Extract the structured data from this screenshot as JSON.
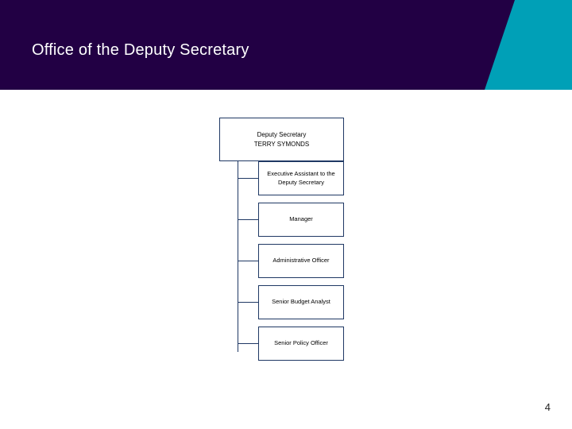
{
  "header": {
    "title": "Office of the Deputy Secretary",
    "band_color": "#220044",
    "accent_color": "#00A0B7"
  },
  "org_chart": {
    "root": {
      "title": "Deputy Secretary",
      "name": "TERRY SYMONDS"
    },
    "children": [
      {
        "label": "Executive Assistant to the Deputy Secretary"
      },
      {
        "label": "Manager"
      },
      {
        "label": "Administrative Officer"
      },
      {
        "label": "Senior Budget Analyst"
      },
      {
        "label": "Senior Policy Officer"
      }
    ],
    "box_border_color": "#1F3864"
  },
  "footer": {
    "page_number": "4"
  }
}
